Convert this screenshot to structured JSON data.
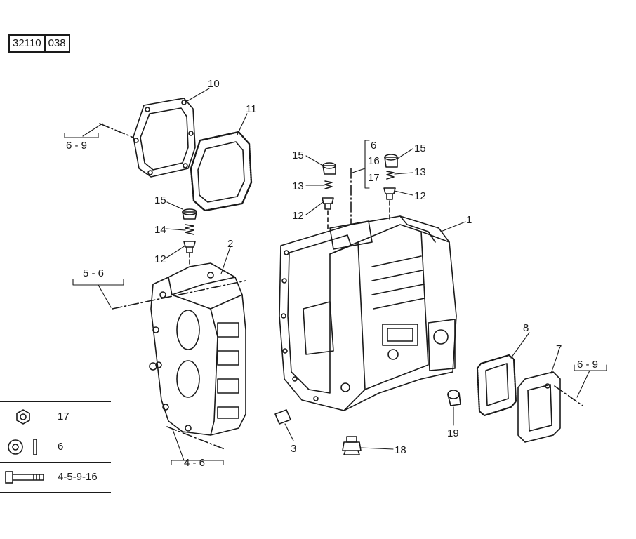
{
  "header": {
    "code_left": "32110",
    "code_right": "038"
  },
  "callouts": {
    "c1": "1",
    "c2": "2",
    "c3": "3",
    "c7": "7",
    "c8": "8",
    "c10": "10",
    "c11": "11",
    "c12a": "12",
    "c12b": "12",
    "c12c": "12",
    "c13a": "13",
    "c13b": "13",
    "c14": "14",
    "c15a": "15",
    "c15b": "15",
    "c15c": "15",
    "c18": "18",
    "c19": "19",
    "group_a_1": "6",
    "group_a_2": "16",
    "group_a_3": "17"
  },
  "refs": {
    "r_6_9_left": "6 - 9",
    "r_5_6": "5 - 6",
    "r_4_6": "4 - 6",
    "r_6_9_right": "6 - 9"
  },
  "legend": {
    "rows": [
      {
        "icon": "nut-icon",
        "ref": "17"
      },
      {
        "icon": "washer-icon",
        "ref": "6"
      },
      {
        "icon": "bolt-icon",
        "ref": "4-5-9-16"
      }
    ]
  },
  "colors": {
    "ink": "#1a1a1a",
    "paper": "#ffffff"
  }
}
